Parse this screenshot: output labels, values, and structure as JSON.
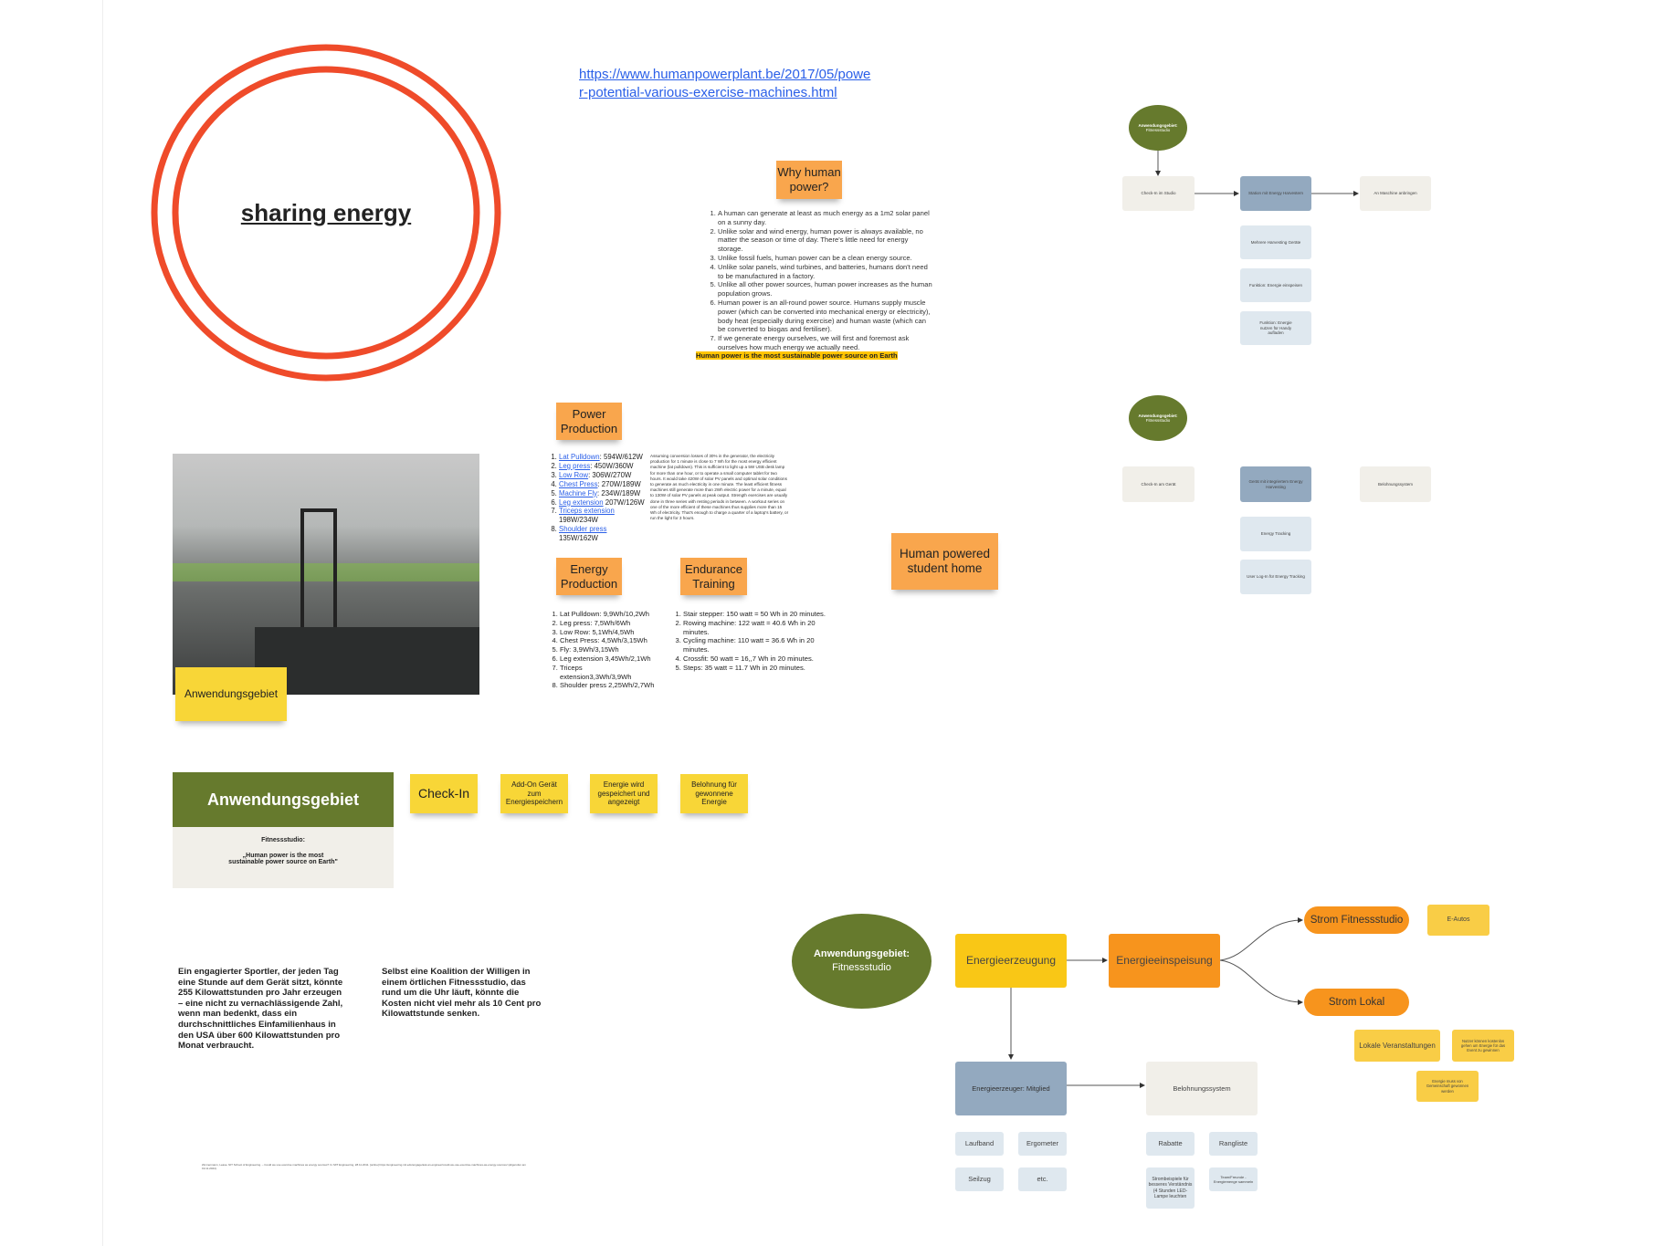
{
  "title": "sharing energy",
  "link": "https://www.humanpowerplant.be/2017/05/power-potential-various-exercise-machines.html",
  "why": {
    "label": "Why human power?",
    "items": [
      "A human can generate at least as much energy as a 1m2 solar panel on a sunny day.",
      "Unlike solar and wind energy, human power is always available, no matter the season or time of day. There's little need for energy storage.",
      "Unlike fossil fuels, human power can be a clean energy source.",
      "Unlike solar panels, wind turbines, and batteries, humans don't need to be manufactured in a factory.",
      "Unlike all other power sources, human power increases as the human population grows.",
      "Human power is an all-round power source. Humans supply muscle power (which can be converted into mechanical energy or electricity), body heat (especially during exercise) and human waste (which can be converted to biogas and fertiliser).",
      "If we generate energy ourselves, we will first and foremost ask ourselves how much energy we actually need."
    ],
    "conclusion": "Human power is the most sustainable power source on Earth"
  },
  "power": {
    "label": "Power Production",
    "items": [
      {
        "name": "Lat Pulldown",
        "value": ": 594W/612W"
      },
      {
        "name": "Leg press",
        "value": ": 450W/360W"
      },
      {
        "name": "Low Row",
        "value": ": 306W/270W"
      },
      {
        "name": "Chest Press",
        "value": ": 270W/189W"
      },
      {
        "name": "Machine Fly",
        "value": ": 234W/189W"
      },
      {
        "name": "Leg extension",
        "value": " 207W/126W"
      },
      {
        "name": "Triceps extension",
        "value": " 198W/234W"
      },
      {
        "name": "Shoulder press",
        "value": " 135W/162W"
      }
    ],
    "paragraph": "Assuming conversion losses of 30% in the generator, the electricity production for 1 minute is close to 7 Wh for the most energy efficient machine (lat pulldown). This is sufficient to light up a 5W USB desk lamp for more than one hour, or to operate a small computer tablet for two hours. It would take 420W of solar PV panels and optimal solar conditions to generate as much electricity in one minute. The least efficient fitness machines still generate more than 2Wh electric power for a minute, equal to 130W of solar PV panels at peak output. Strength exercises are usually done in three series with resting periods in between. A workout series on one of the more efficient of these machines thus supplies more than 15 Wh of electricity. That's enough to charge a quarter of a laptop's battery, or run the light for 3 hours."
  },
  "energy": {
    "label": "Energy Production",
    "items": [
      "Lat Pulldown: 9,9Wh/10,2Wh",
      "Leg press: 7,5Wh/6Wh",
      "Low Row: 5,1Wh/4,5Wh",
      "Chest Press: 4,5Wh/3,15Wh",
      "Fly: 3,9Wh/3,15Wh",
      "Leg extension 3,45Wh/2,1Wh",
      "Triceps extension3,3Wh/3,9Wh",
      "Shoulder press 2,25Wh/2,7Wh"
    ]
  },
  "endurance": {
    "label": "Endurance Training",
    "items": [
      "Stair stepper: 150 watt = 50 Wh in 20 minutes.",
      "Rowing machine: 122 watt = 40.6 Wh in 20 minutes.",
      "Cycling machine: 110 watt = 36.6 Wh in 20 minutes.",
      "Crossfit: 50 watt = 16,,7 Wh in 20 minutes.",
      "Steps: 35 watt = 11.7 Wh in 20 minutes."
    ]
  },
  "student_home": "Human powered student home",
  "photo_sticky": "Anwendungsgebiet",
  "flow1": {
    "ellipse_title": "Anwendungsgebiet:",
    "ellipse_sub": "Fitnessstudio",
    "steps": [
      "Check-In im Studio",
      "Station mit Energy Harvestern",
      "An Maschine anbringen"
    ],
    "subs": [
      "Mehrere Harvesting Geräte",
      "Funktion: Energie einspeisen",
      "Funktion: Energie nutzen für Handy aufladen"
    ]
  },
  "flow2": {
    "ellipse_title": "Anwendungsgebiet:",
    "ellipse_sub": "Fitnessstudio",
    "steps": [
      "Check-In am Gerät",
      "Gerät mit integriertem Energy Harvesting",
      "Belohnungssystem"
    ],
    "subs": [
      "Energy Tracking",
      "User Log-In für Energy Tracking"
    ]
  },
  "card": {
    "title": "Anwendungsgebiet",
    "sub": "Fitnessstudio:",
    "quote": "„Human power is the most sustainable power source on Earth\""
  },
  "stickies": [
    "Check-In",
    "Add-On Gerät zum Energiespeichern",
    "Energie wird gespeichert und angezeigt",
    "Belohnung für gewonnene Energie"
  ],
  "text1": "Ein engagierter Sportler, der jeden Tag eine Stunde auf dem Gerät sitzt, könnte 255 Kilowattstunden pro Jahr erzeugen – eine nicht zu vernachlässigende Zahl, wenn man bedenkt, dass ein durchschnittliches Einfamilienhaus in den USA über 600 Kilowattstunden pro Monat verbraucht.",
  "text2": "Selbst eine Koalition der Willigen in einem örtlichen Fitnessstudio, das rund um die Uhr läuft, könnte die Kosten nicht viel mehr als 10 Cent pro Kilowattstunde senken.",
  "footnote": "Zimmermann, Lease. NIT School of Engineering. – Could we use exercise machines as energy sources? In: MIT Engineering, 28.11.2011. [online] https://engineering.mit.edu/engage/ask-an-engineer/could-we-use-exercise-machines-as-energy-sources/ (abgerufen am 19.11.2024).",
  "flow3": {
    "ellipse_title": "Anwendungsgebiet:",
    "ellipse_sub": "Fitnessstudio",
    "erzeugung": "Energieerzeugung",
    "einspeisung": "Energieeinspeisung",
    "strom_fit": "Strom Fitnessstudio",
    "eautos": "E-Autos",
    "strom_lokal": "Strom Lokal",
    "lokale": "Lokale Veranstaltungen",
    "nutzer": "Nutzer können kostenlos gehen um Energie für das Event zu gewinnen",
    "gemeinschaft": "Energie muss von Gemeinschaft gewonnen werden",
    "mitglied": "Energieerzeuger: Mitglied",
    "belohnung": "Belohnungssystem",
    "geraete": [
      "Laufband",
      "Ergometer",
      "Seilzug",
      "etc."
    ],
    "rewards": [
      "Rabatte",
      "Rangliste",
      "Strombeispiele für besseres Verständnis (4 Stunden LED-Lampe leuchten",
      "Team/Freunde - Energiemenge sammeln"
    ]
  }
}
